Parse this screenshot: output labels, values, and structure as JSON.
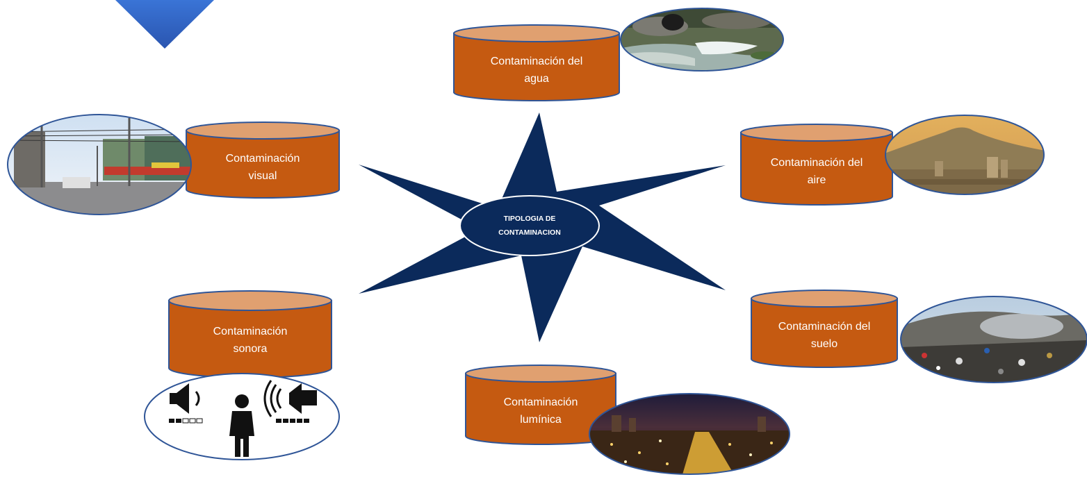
{
  "center": {
    "line1": "TIPOLOGIA DE",
    "line2": "CONTAMINACION"
  },
  "categories": [
    {
      "id": "agua",
      "line1": "Contaminación del",
      "line2": "agua"
    },
    {
      "id": "visual",
      "line1": "Contaminación",
      "line2": "visual"
    },
    {
      "id": "aire",
      "line1": "Contaminación del",
      "line2": "aire"
    },
    {
      "id": "sonora",
      "line1": "Contaminación",
      "line2": "sonora"
    },
    {
      "id": "suelo",
      "line1": "Contaminación del",
      "line2": "suelo"
    },
    {
      "id": "luminica",
      "line1": "Contaminación",
      "line2": "lumínica"
    }
  ],
  "colors": {
    "cylinder_body": "#c55a11",
    "cylinder_top": "#e0a070",
    "outline": "#2f5597",
    "star": "#0b2a5b",
    "chevron": "#3b6fce"
  }
}
